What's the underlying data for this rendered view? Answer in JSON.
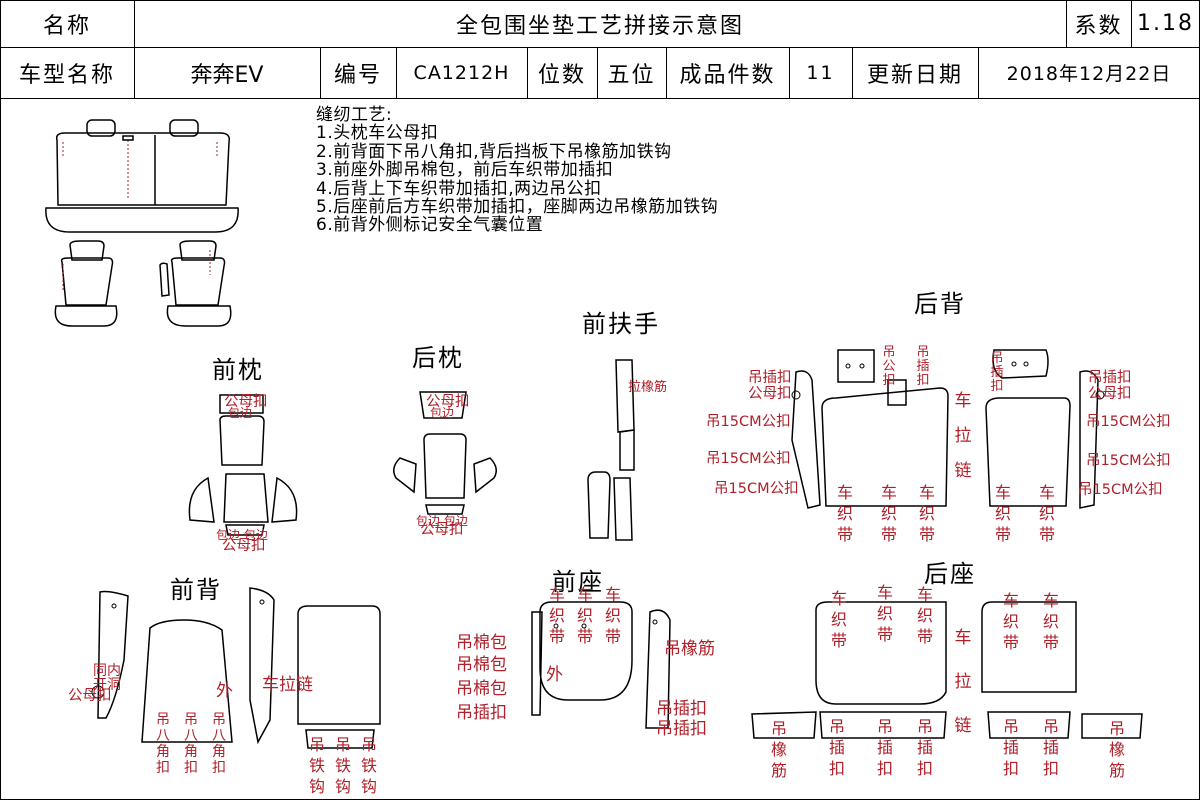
{
  "header": {
    "name_label": "名称",
    "title": "全包围坐垫工艺拼接示意图",
    "coef_label": "系数",
    "coef_value": "1.18",
    "model_label": "车型名称",
    "model_value": "奔奔EV",
    "code_label": "编号",
    "code_value": "CA1212H",
    "seats_label": "位数",
    "seats_value": "五位",
    "pieces_label": "成品件数",
    "pieces_value": "11",
    "date_label": "更新日期",
    "date_value": "2018年12月22日"
  },
  "notes": {
    "heading": "缝纫工艺:",
    "items": [
      "1.头枕车公母扣",
      "2.前背面下吊八角扣,背后挡板下吊橡筋加铁钩",
      "3.前座外脚吊棉包，前后车织带加插扣",
      "4.后背上下车织带加插扣,两边吊公扣",
      "5.后座前后方车织带加插扣，座脚两边吊橡筋加铁钩",
      "6.前背外侧标记安全气囊位置"
    ]
  },
  "sections": {
    "front_headrest": "前枕",
    "rear_headrest": "后枕",
    "front_armrest": "前扶手",
    "rear_back": "后背",
    "front_back": "前背",
    "front_seat": "前座",
    "rear_seat": "后座"
  },
  "labels": {
    "male_female_buckle": "公母扣",
    "edge_wrap": "包边",
    "edge_wrap_pair": "包边 包边",
    "zipper_armrest": "拉橡筋",
    "hang_buckle_male_female": "吊插扣\n公母扣",
    "hang_15cm": "吊15CM公扣",
    "sew_strap": "车织带",
    "sew_zipper": "车拉链",
    "same_inner_hole": "同内开洞",
    "outer": "外",
    "hang_octagon": "吊八角扣",
    "hang_iron_hook": "吊铁钩",
    "hang_cotton_bag": "吊棉包",
    "hang_buckle": "吊插扣",
    "hang_elastic": "吊橡筋",
    "hang_male_buckle": "吊公扣",
    "hang_insert": "吊插扣"
  },
  "colors": {
    "outline": "#000000",
    "annotation": "#b0202a"
  }
}
